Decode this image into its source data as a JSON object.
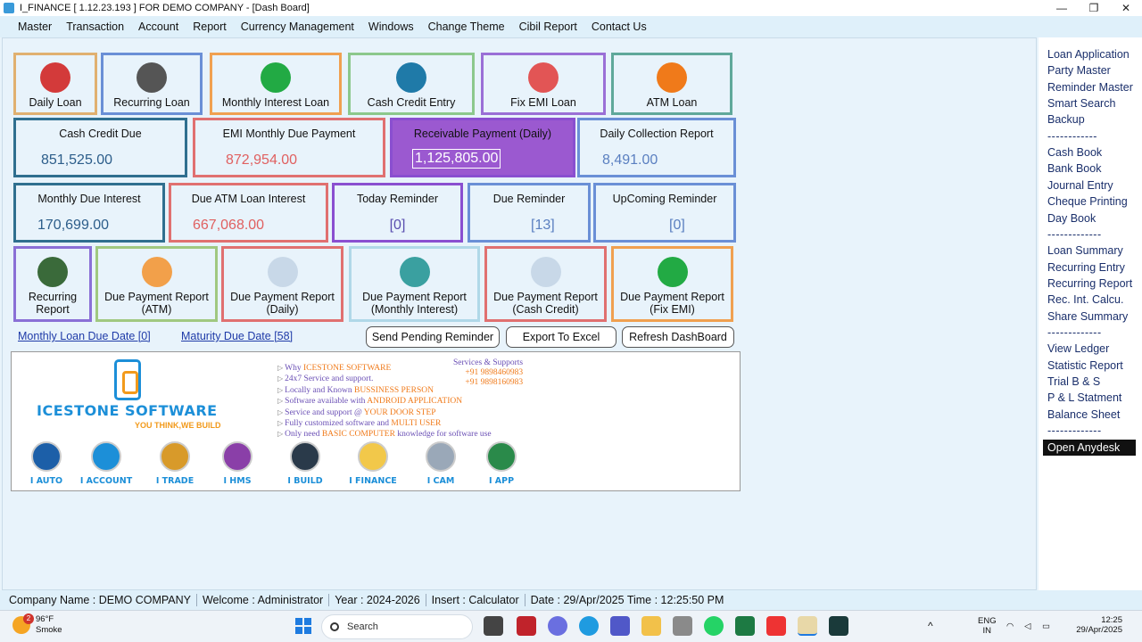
{
  "window": {
    "title": "I_FINANCE [ 1.12.23.193 ] FOR DEMO COMPANY - [Dash Board]",
    "controls": [
      "—",
      "❐",
      "✕"
    ]
  },
  "menu": [
    "Master",
    "Transaction",
    "Account",
    "Report",
    "Currency Management",
    "Windows",
    "Change Theme",
    "Cibil Report",
    "Contact Us"
  ],
  "top_tiles": [
    {
      "label": "Daily Loan",
      "icon": "money-hand-icon",
      "border": "#e0b070",
      "icon_bg": "#d33a3a"
    },
    {
      "label": "Recurring Loan",
      "icon": "calculator-icon",
      "border": "#6a8fd6",
      "icon_bg": "#555555"
    },
    {
      "label": "Monthly Interest Loan",
      "icon": "document-icon",
      "border": "#f0a050",
      "icon_bg": "#22aa44"
    },
    {
      "label": "Cash Credit Entry",
      "icon": "numbers-icon",
      "border": "#8cc88c",
      "icon_bg": "#1f7aa8"
    },
    {
      "label": "Fix EMI Loan",
      "icon": "card-icon",
      "border": "#9a6fd6",
      "icon_bg": "#e25555"
    },
    {
      "label": "ATM Loan",
      "icon": "user-add-icon",
      "border": "#5fa89a",
      "icon_bg": "#f07a1a"
    }
  ],
  "stats_row1": [
    {
      "title": "Cash Credit Due",
      "value": "851,525.00",
      "border": "#2f6f8f",
      "value_color": "#2c5d8a"
    },
    {
      "title": "EMI Monthly Due Payment",
      "value": "872,954.00",
      "border": "#e07070",
      "value_color": "#e06060"
    },
    {
      "title": "Receivable Payment (Daily)",
      "value": "1,125,805.00",
      "border": "#8a4fd0",
      "value_color": "#ffffff",
      "bg": "#9b59d0"
    },
    {
      "title": "Daily Collection Report",
      "value": "8,491.00",
      "border": "#6a8fd6",
      "value_color": "#5a7fc0"
    }
  ],
  "stats_row2": [
    {
      "title": "Monthly Due Interest",
      "value": "170,699.00",
      "border": "#2f6f8f",
      "value_color": "#2c5d8a"
    },
    {
      "title": "Due ATM Loan Interest",
      "value": "667,068.00",
      "border": "#e07070",
      "value_color": "#e06060"
    },
    {
      "title": "Today Reminder",
      "value": "[0]",
      "border": "#8a4fd0",
      "value_color": "#5a4fb0"
    },
    {
      "title": "Due Reminder",
      "value": "[13]",
      "border": "#6a8fd6",
      "value_color": "#5a7fc0"
    },
    {
      "title": "UpComing Reminder",
      "value": "[0]",
      "border": "#6a8fd6",
      "value_color": "#5a7fc0"
    }
  ],
  "report_tiles": [
    {
      "label": "Recurring Report",
      "icon": "cash-hand-icon",
      "border": "#8a6fd6",
      "icon_bg": "#3a6a3a"
    },
    {
      "label": "Due Payment Report (ATM)",
      "icon": "clipboard-icon",
      "border": "#a0c880",
      "icon_bg": "#f2a04a"
    },
    {
      "label": "Due Payment Report (Daily)",
      "icon": "report-icon",
      "border": "#e07070",
      "icon_bg": "#c8d8e8"
    },
    {
      "label": "Due Payment Report (Monthly Interest)",
      "icon": "chart-icon",
      "border": "#b0d8e8",
      "icon_bg": "#3aa0a0"
    },
    {
      "label": "Due Payment Report (Cash Credit)",
      "icon": "report-icon",
      "border": "#e07070",
      "icon_bg": "#c8d8e8"
    },
    {
      "label": "Due Payment Report (Fix EMI)",
      "icon": "document-icon",
      "border": "#f0a050",
      "icon_bg": "#22aa44"
    }
  ],
  "links": {
    "monthly_due": "Monthly Loan Due Date [0]",
    "maturity_due": "Maturity Due Date [58]"
  },
  "actions": {
    "send_reminder": "Send Pending Reminder",
    "export": "Export To Excel",
    "refresh": "Refresh DashBoard"
  },
  "banner": {
    "brand": "ICESTONE SOFTWARE",
    "tagline": "YOU THINK,WE BUILD",
    "features": [
      {
        "text": "Why ",
        "hl": "ICESTONE SOFTWARE",
        "tail": ""
      },
      {
        "text": "24x7 Service and support.",
        "hl": "",
        "tail": ""
      },
      {
        "text": "Locally and Known ",
        "hl": "BUSSINESS PERSON",
        "tail": ""
      },
      {
        "text": "Software available with ",
        "hl": "ANDROID APPLICATION",
        "tail": ""
      },
      {
        "text": "Service and support @ ",
        "hl": "YOUR DOOR STEP",
        "tail": ""
      },
      {
        "text": "Fully customized software and ",
        "hl": "MULTI USER",
        "tail": ""
      },
      {
        "text": "Only need ",
        "hl": "BASIC COMPUTER",
        "tail": " knowledge for software use"
      }
    ],
    "services_title": "Services & Supports",
    "phones": [
      "+91 9898460983",
      "+91 9898160983"
    ],
    "products": [
      {
        "label": "I AUTO",
        "color": "#1c5fa8"
      },
      {
        "label": "I ACCOUNT",
        "color": "#1c8fd8"
      },
      {
        "label": "I TRADE",
        "color": "#d89a2a"
      },
      {
        "label": "I HMS",
        "color": "#8a3fa8"
      },
      {
        "label": "I BUILD",
        "color": "#2a3a4a"
      },
      {
        "label": "I FINANCE",
        "color": "#f2c84a"
      },
      {
        "label": "I CAM",
        "color": "#9aa8b8"
      },
      {
        "label": "I APP",
        "color": "#2a8a4a"
      }
    ]
  },
  "sidebar": {
    "items": [
      "Loan Application",
      "Party Master",
      "Reminder Master",
      "Smart Search",
      "Backup",
      "------------",
      "Cash Book",
      "Bank Book",
      "Journal Entry",
      "Cheque Printing",
      "Day Book",
      "-------------",
      "Loan Summary",
      "Recurring Entry",
      "Recurring Report",
      "Rec. Int. Calcu.",
      "Share Summary",
      "-------------",
      "View Ledger",
      "Statistic Report",
      "Trial B & S",
      "P & L Statment",
      "Balance Sheet",
      "-------------"
    ],
    "anydesk": "Open Anydesk"
  },
  "status": [
    "Company Name : DEMO COMPANY",
    "Welcome : Administrator",
    "Year : 2024-2026",
    "Insert : Calculator",
    "Date : 29/Apr/2025  Time : 12:25:50 PM"
  ],
  "taskbar": {
    "temp": "96°F",
    "weather": "Smoke",
    "badge": "2",
    "search_placeholder": "Search",
    "lang": "ENG",
    "region": "IN",
    "time": "12:25",
    "date": "29/Apr/2025"
  }
}
